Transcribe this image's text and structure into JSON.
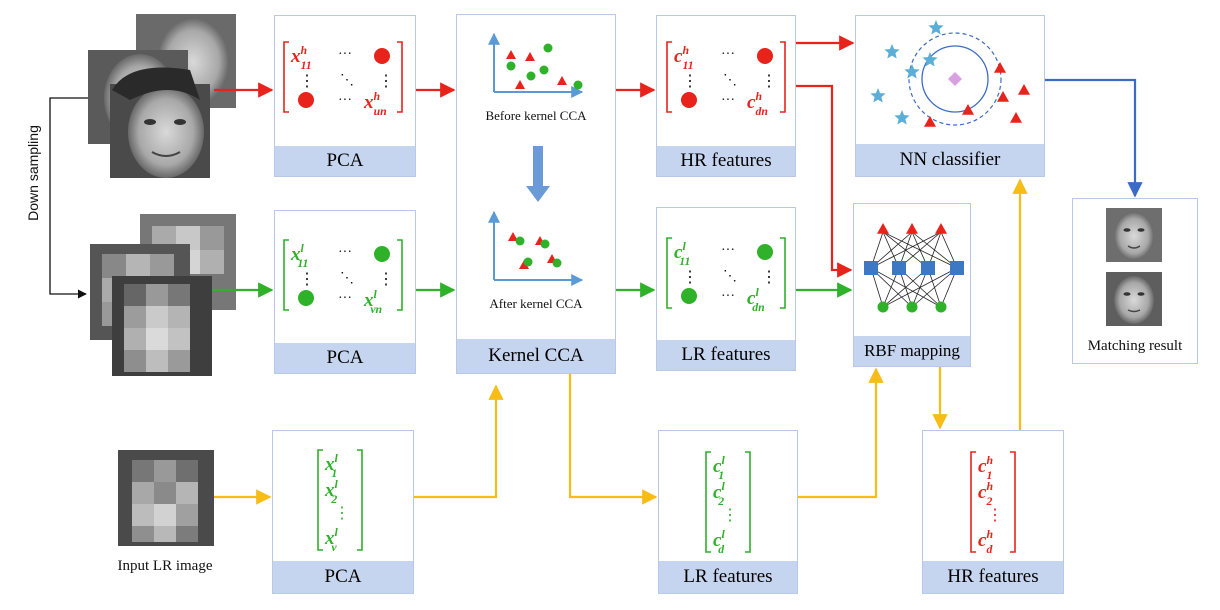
{
  "labels": {
    "down_sampling": "Down sampling",
    "input_lr_image": "Input LR image",
    "before_kcca": "Before kernel CCA",
    "after_kcca": "After kernel CCA",
    "matching_result": "Matching result"
  },
  "boxes": {
    "pca_hr": "PCA",
    "pca_lr": "PCA",
    "pca_input": "PCA",
    "kernel_cca": "Kernel CCA",
    "hr_features_top": "HR features",
    "lr_features_mid": "LR features",
    "lr_features_bottom": "LR features",
    "nn_classifier": "NN classifier",
    "rbf_mapping": "RBF mapping",
    "hr_features_bottom": "HR features"
  },
  "matrices": {
    "hr_train": {
      "top_left": "x",
      "tl_sup": "h",
      "tl_sub": "11",
      "bottom_right": "x",
      "br_sup": "h",
      "br_sub": "un"
    },
    "lr_train": {
      "top_left": "x",
      "tl_sup": "l",
      "tl_sub": "11",
      "bottom_right": "x",
      "br_sup": "l",
      "br_sub": "vn"
    },
    "hr_feat": {
      "top_left": "c",
      "tl_sup": "h",
      "tl_sub": "11",
      "bottom_right": "c",
      "br_sup": "h",
      "br_sub": "dn"
    },
    "lr_feat": {
      "top_left": "c",
      "tl_sup": "l",
      "tl_sub": "11",
      "bottom_right": "c",
      "br_sup": "l",
      "br_sub": "dn"
    }
  },
  "vectors": {
    "input_x": {
      "sym": "x",
      "sup": "l",
      "subs": [
        "1",
        "2",
        "v"
      ]
    },
    "input_c": {
      "sym": "c",
      "sup": "l",
      "subs": [
        "1",
        "2",
        "d"
      ]
    },
    "output_c": {
      "sym": "c",
      "sup": "h",
      "subs": [
        "1",
        "2",
        "d"
      ]
    }
  },
  "colors": {
    "red": "#e8231c",
    "green": "#2fb12a",
    "yellow": "#f7bd17",
    "blue": "#3c6bc7",
    "cyan": "#5aaed8",
    "box_border": "#b7c9e8",
    "caption_bg": "#c6d5ef",
    "rbf_node": "#3c78c4"
  }
}
